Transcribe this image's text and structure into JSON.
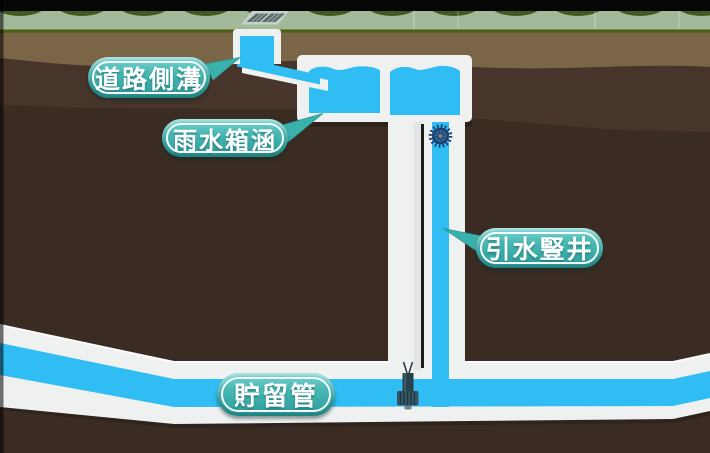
{
  "diagram": {
    "labels": {
      "road_gutter": "道路側溝",
      "box_culvert": "雨水箱涵",
      "diversion_shaft": "引水豎井",
      "storage_pipe": "貯留管"
    },
    "colors": {
      "water_blue": "#2fbdf3",
      "structure_white": "#eff1f0",
      "label_teal": "#3bb1ad",
      "grass_green": "#a3ba9a",
      "bush_dark_green": "#42591f",
      "soil_light": "#7b6547",
      "soil_mid": "#47342a",
      "soil_dark": "#3a2c22"
    },
    "icons": [
      "storm-grate-icon",
      "turbine-icon",
      "submersible-pump-icon"
    ]
  }
}
